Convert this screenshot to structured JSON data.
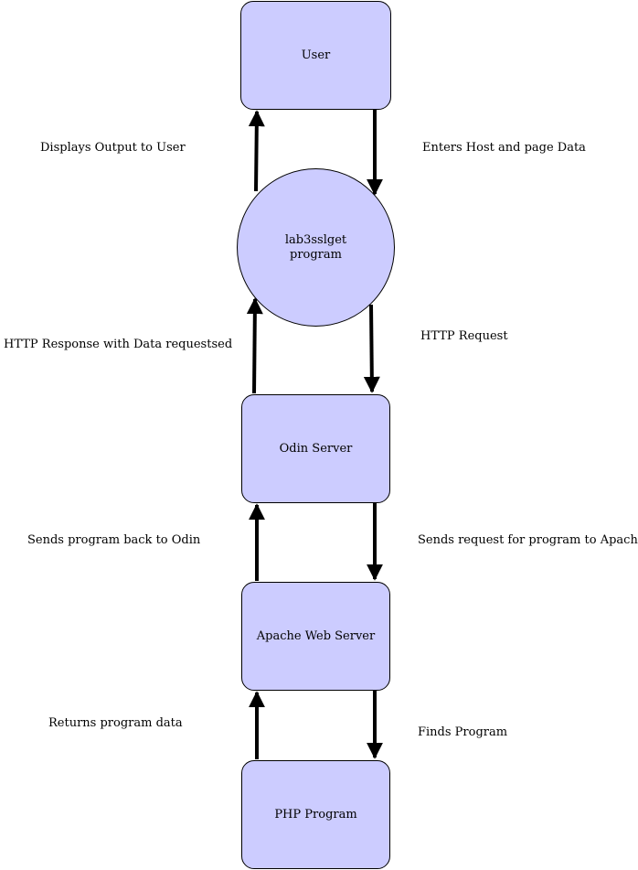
{
  "colors": {
    "node_fill": "#ccccff",
    "node_stroke": "#000000",
    "arrow": "#000000",
    "text": "#000000"
  },
  "nodes": {
    "user": "User",
    "lab3sslget": "lab3sslget\nprogram",
    "odin": "Odin Server",
    "apache": "Apache Web Server",
    "php": "PHP Program"
  },
  "edges": {
    "displays_output": "Displays Output to User",
    "enters_host": "Enters Host and page Data",
    "http_response": "HTTP Response with Data requestsed",
    "http_request": "HTTP Request",
    "sends_program_back": "Sends program back to Odin",
    "sends_request": "Sends request for program to Apache",
    "returns_program": "Returns program data",
    "finds_program": "Finds Program"
  }
}
